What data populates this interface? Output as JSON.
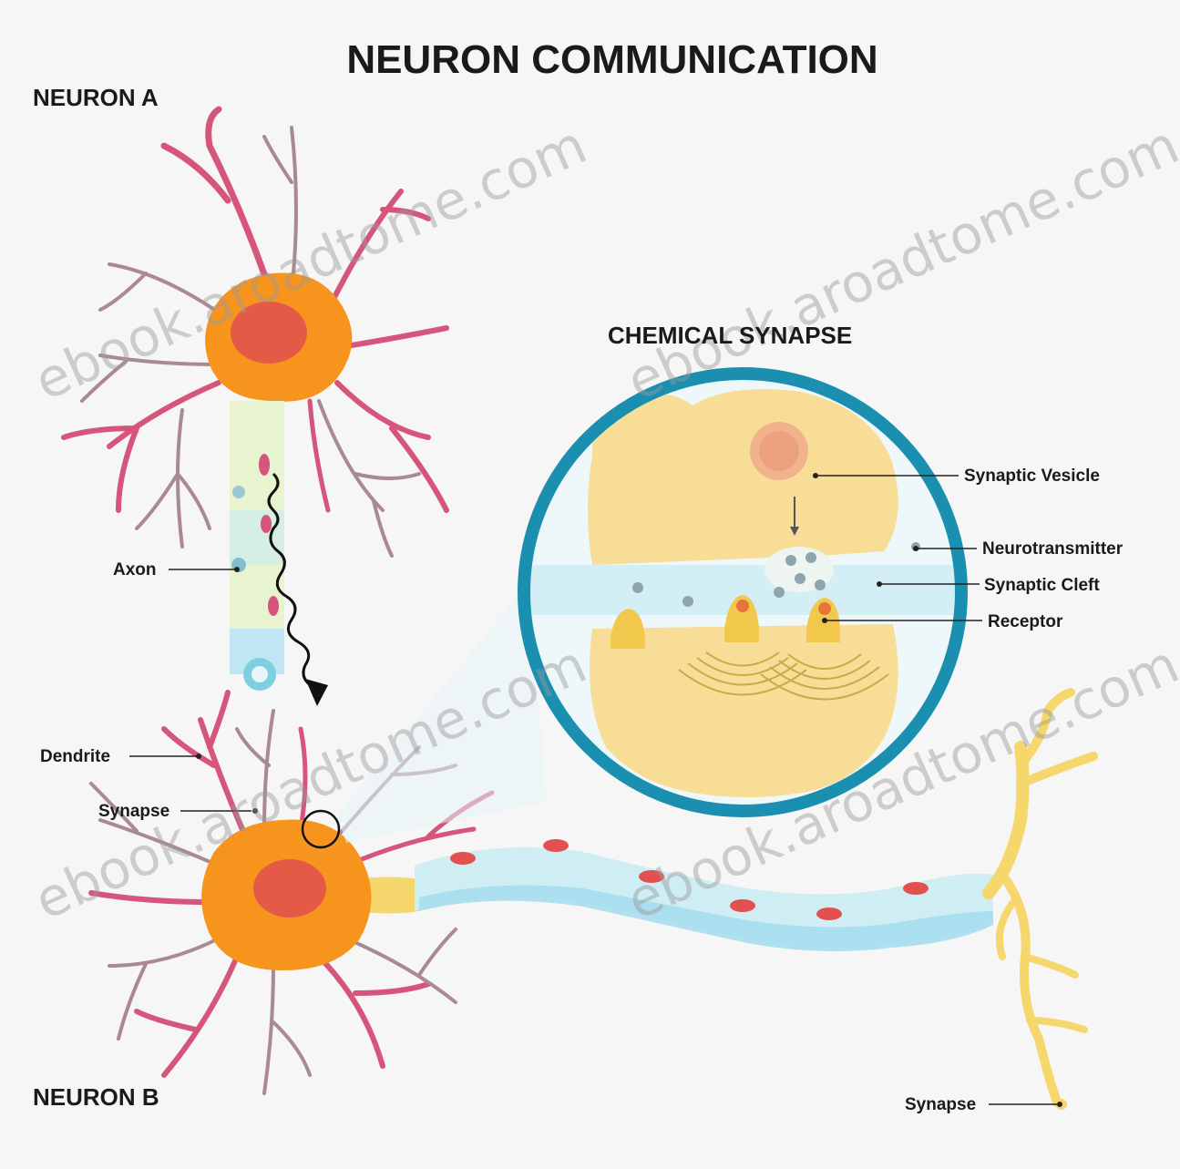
{
  "title": "NEURON COMMUNICATION",
  "neuron_a_label": "NEURON A",
  "neuron_b_label": "NEURON B",
  "synapse_heading": "CHEMICAL SYNAPSE",
  "labels": {
    "axon": "Axon",
    "dendrite": "Dendrite",
    "synapse_b": "Synapse",
    "synapse_terminal": "Synapse",
    "synaptic_vesicle": "Synaptic Vesicle",
    "neurotransmitter": "Neurotransmitter",
    "synaptic_cleft": "Synaptic Cleft",
    "receptor": "Receptor"
  },
  "watermark": "ebook.aroadtome.com",
  "colors": {
    "soma": "#f7941d",
    "nucleus": "#e2504f",
    "dendrite_red": "#d6557a",
    "dendrite_gray": "#a98a92",
    "axon_light": "#e8f3cf",
    "myelin": "#bfe6f2",
    "circle_border": "#1a8fb0",
    "synapse_fill": "#f7dd96",
    "cleft": "#d4eef5",
    "terminal_yellow": "#f5d76e"
  }
}
